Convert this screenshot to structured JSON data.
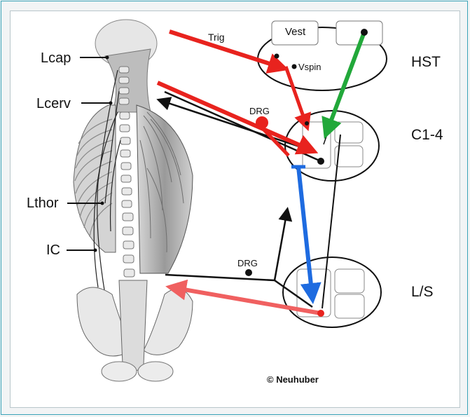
{
  "labels": {
    "lcap": "Lcap",
    "lcerv": "Lcerv",
    "lthor": "Lthor",
    "ic": "IC",
    "hst": "HST",
    "c14": "C1-4",
    "ls": "L/S",
    "trig": "Trig",
    "vest": "Vest",
    "vspin": "Vspin",
    "drg_upper": "DRG",
    "drg_lower": "DRG",
    "copyright": "© Neuhuber"
  },
  "colors": {
    "frame": "#3aa3b8",
    "red_pathway": "#e8231e",
    "green_pathway": "#22a83a",
    "blue_pathway": "#1e6be0",
    "salmon_pathway": "#f06060",
    "black_pathway": "#111111"
  }
}
